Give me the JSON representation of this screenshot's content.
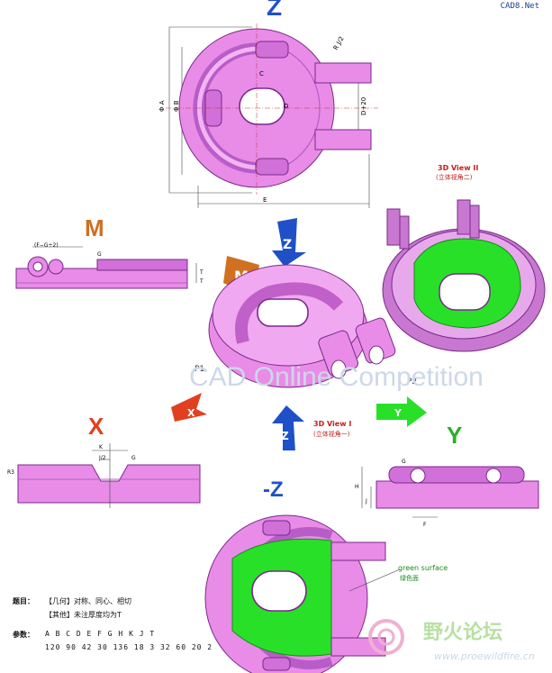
{
  "site_tag": "CAD8.Net",
  "views": {
    "z": "Z",
    "m": "M",
    "x": "X",
    "y": "Y",
    "neg_z": "-Z"
  },
  "view3d": {
    "one_en": "3D View I",
    "one_cn": "(立体视角一)",
    "two_en": "3D View II",
    "two_cn": "(立体视角二)"
  },
  "points": {
    "p1": "P1",
    "p2": "P2"
  },
  "surface": {
    "en": "green surface",
    "cn": "绿色面"
  },
  "watermark": {
    "line1": "CAD Online Competition",
    "site_cn": "野火论坛",
    "site_url": "www.proewildfire.cn"
  },
  "dims": {
    "top_a": "Φ A",
    "top_b": "Φ B",
    "top_c": "C",
    "top_d": "D",
    "top_d20": "D+20",
    "top_e": "E",
    "top_r": "R J/2",
    "m_g": "(F−G÷2)",
    "m_g2": "G",
    "m_t": "T",
    "m_t2": "T",
    "x_k": "K",
    "x_j2": "J/2",
    "x_g": "G",
    "x_r": "R3",
    "y_g": "G",
    "y_h": "H",
    "y_j": "J",
    "y_f": "F"
  },
  "notes": {
    "title_label": "题目：",
    "line1": "【几何】对称、同心、相切",
    "line2": "【其他】未注厚度均为T",
    "params_label": "参数：",
    "param_letters": "A B C D E F G H K J T",
    "param_values": "120 90 42 30 136 18 3 32 60 20 2"
  },
  "colors": {
    "part": "#e88ce8",
    "part_dark": "#b85cc8",
    "green": "#28e028",
    "view_blue": "#2050c8",
    "view_orange": "#d07020",
    "view_green": "#28b028",
    "arrow_red": "#e04020"
  }
}
